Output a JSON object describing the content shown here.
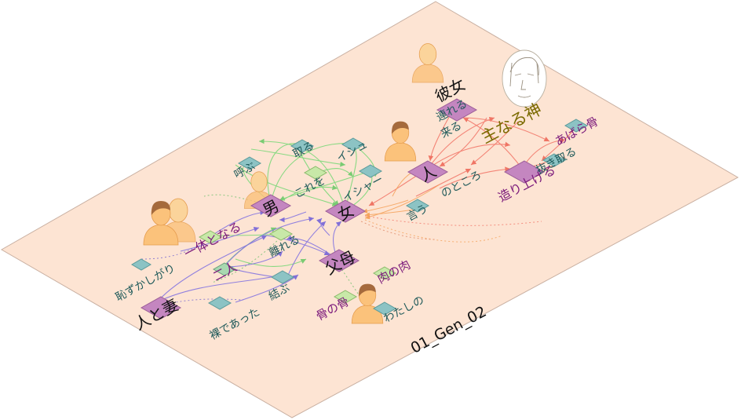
{
  "title": "01_Gen_02",
  "colors": {
    "plane_fill": "#fde4d3",
    "plane_stroke": "#c9b0a2",
    "node_fill": "#c486c0",
    "node_side": "#9b5d97",
    "small_node_fill": "#8cc3c4",
    "label_dark": "#111111",
    "label_purple": "#7b1a7b",
    "label_teal": "#1f5a5a",
    "label_olive": "#7a6a00",
    "edge_green": "#7dd87a",
    "edge_purple": "#8676e0",
    "edge_red": "#f2796b",
    "edge_orange": "#f5a25a",
    "person_skin": "#fbc27b",
    "person_hair": "#a56a3c"
  },
  "icons": {
    "person": "person-icon",
    "pair": "person-pair-icon",
    "sketch": "sketch-face-icon"
  },
  "nodes": {
    "otoko": "男",
    "onna": "女",
    "hito": "人",
    "fubo": "父母",
    "kanojo": "彼女",
    "shunarukami": "主なる神",
    "tsukuriageru": "造り上げる",
    "hitotozuma": "人と妻",
    "futari": "二人",
    "ittaitonaru": "一体となる",
    "hazukashigari": "恥ずかしがり",
    "hadakadeatta": "裸であった",
    "musubu": "結ぶ",
    "hanareru": "離れる",
    "yobu": "呼ぶ",
    "toru": "取る",
    "ishu": "イシュ",
    "koreo": "これを",
    "ishsha": "イシャー",
    "tsureru": "連れる",
    "kuru": "来る",
    "abarabone": "あばら骨",
    "nukitoru": "抜き取る",
    "notokoro": "のところ",
    "iu": "言う",
    "honenohone": "骨の骨",
    "nikunoniku": "肉の肉",
    "watashino": "わたしの"
  }
}
